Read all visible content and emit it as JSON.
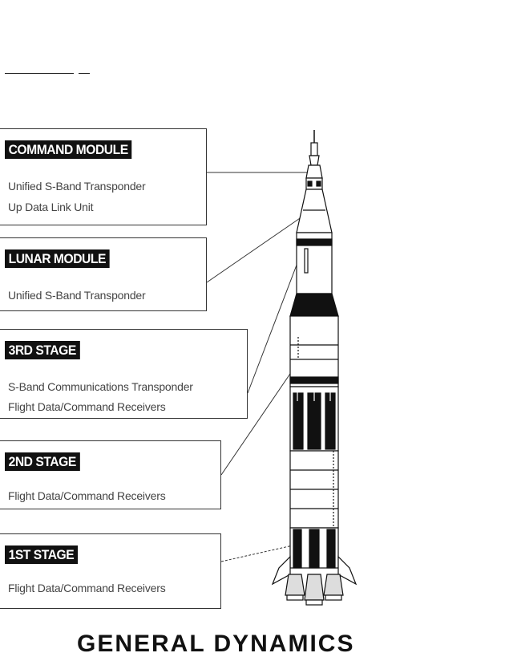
{
  "stages": [
    {
      "title": "COMMAND MODULE",
      "lines": [
        "Unified S-Band Transponder",
        "Up Data Link Unit"
      ]
    },
    {
      "title": "LUNAR MODULE",
      "lines": [
        "Unified S-Band Transponder"
      ]
    },
    {
      "title": "3RD STAGE",
      "lines": [
        "S-Band Communications Transponder",
        "Flight Data/Command Receivers"
      ]
    },
    {
      "title": "2ND STAGE",
      "lines": [
        "Flight Data/Command Receivers"
      ]
    },
    {
      "title": "1ST STAGE",
      "lines": [
        "Flight Data/Command Receivers"
      ]
    }
  ],
  "footer": "GENERAL DYNAMICS"
}
